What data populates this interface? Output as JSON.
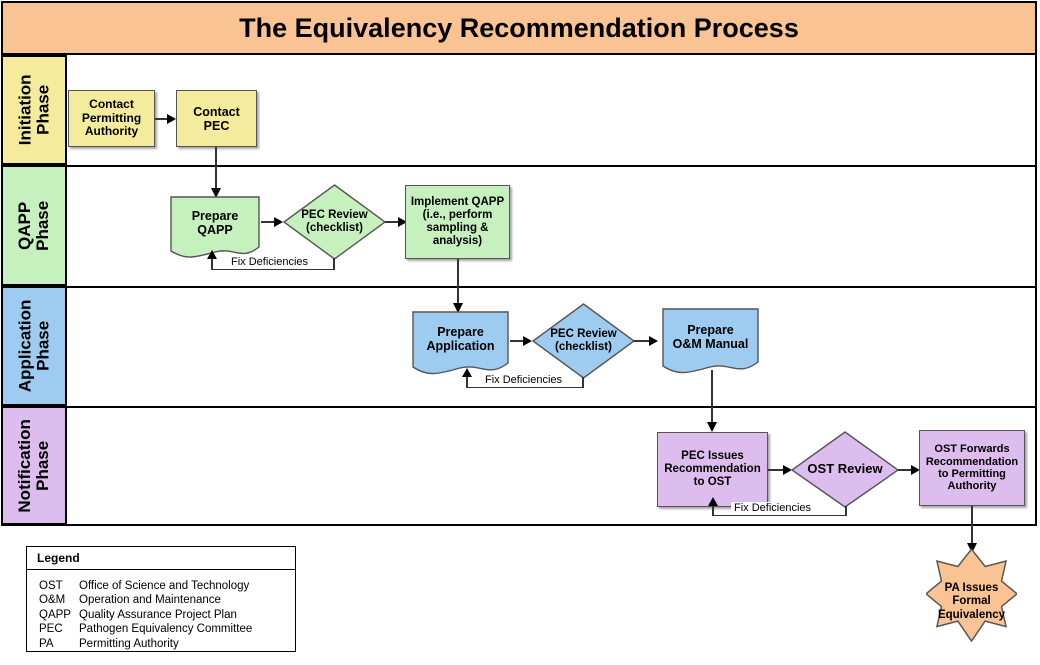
{
  "title": "The Equivalency Recommendation Process",
  "colors": {
    "title_bg": "#f9c393",
    "initiation": "#f5eb9c",
    "qapp": "#c6f0bd",
    "application": "#9ecbf0",
    "notification": "#ddbdee",
    "burst": "#f9c393",
    "border": "#000000",
    "connector": "#333333"
  },
  "phases": [
    {
      "id": "initiation",
      "label": "Initiation\nPhase",
      "color": "#f5eb9c"
    },
    {
      "id": "qapp",
      "label": "QAPP\nPhase",
      "color": "#c6f0bd"
    },
    {
      "id": "application",
      "label": "Application\nPhase",
      "color": "#9ecbf0"
    },
    {
      "id": "notification",
      "label": "Notification\nPhase",
      "color": "#ddbdee"
    }
  ],
  "phase_labels": {
    "initiation_line1": "Initiation",
    "initiation_line2": "Phase",
    "qapp_line1": "QAPP",
    "qapp_line2": "Phase",
    "application_line1": "Application",
    "application_line2": "Phase",
    "notification_line1": "Notification",
    "notification_line2": "Phase"
  },
  "nodes": {
    "contact_pa": {
      "label": "Contact\nPermitting\nAuthority",
      "shape": "rect",
      "phase": "initiation"
    },
    "contact_pec": {
      "label": "Contact\nPEC",
      "shape": "rect",
      "phase": "initiation"
    },
    "prepare_qapp": {
      "label": "Prepare\nQAPP",
      "shape": "document",
      "phase": "qapp"
    },
    "pec_review_qapp": {
      "label": "PEC Review\n(checklist)",
      "shape": "diamond",
      "phase": "qapp"
    },
    "implement_qapp": {
      "label": "Implement QAPP\n(i.e., perform\nsampling &\nanalysis)",
      "shape": "rect",
      "phase": "qapp"
    },
    "prepare_app": {
      "label": "Prepare\nApplication",
      "shape": "document",
      "phase": "application"
    },
    "pec_review_app": {
      "label": "PEC Review\n(checklist)",
      "shape": "diamond",
      "phase": "application"
    },
    "prepare_om": {
      "label": "Prepare\nO&M Manual",
      "shape": "document",
      "phase": "application"
    },
    "pec_issues": {
      "label": "PEC Issues\nRecommendation\nto OST",
      "shape": "rect",
      "phase": "notification"
    },
    "ost_review": {
      "label": "OST Review",
      "shape": "diamond",
      "phase": "notification"
    },
    "ost_forwards": {
      "label": "OST Forwards\nRecommendation\nto Permitting\nAuthority",
      "shape": "rect",
      "phase": "notification"
    },
    "pa_issues": {
      "label": "PA Issues\nFormal\nEquivalency",
      "shape": "burst",
      "phase": "final"
    }
  },
  "node_text": {
    "contact_pa_l1": "Contact",
    "contact_pa_l2": "Permitting",
    "contact_pa_l3": "Authority",
    "contact_pec_l1": "Contact",
    "contact_pec_l2": "PEC",
    "prepare_qapp_l1": "Prepare",
    "prepare_qapp_l2": "QAPP",
    "pec_review_qapp_l1": "PEC Review",
    "pec_review_qapp_l2": "(checklist)",
    "implement_qapp_l1": "Implement QAPP",
    "implement_qapp_l2": "(i.e., perform",
    "implement_qapp_l3": "sampling &",
    "implement_qapp_l4": "analysis)",
    "prepare_app_l1": "Prepare",
    "prepare_app_l2": "Application",
    "pec_review_app_l1": "PEC Review",
    "pec_review_app_l2": "(checklist)",
    "prepare_om_l1": "Prepare",
    "prepare_om_l2": "O&M Manual",
    "pec_issues_l1": "PEC Issues",
    "pec_issues_l2": "Recommendation",
    "pec_issues_l3": "to OST",
    "ost_review_l1": "OST Review",
    "ost_forwards_l1": "OST Forwards",
    "ost_forwards_l2": "Recommendation",
    "ost_forwards_l3": "to Permitting",
    "ost_forwards_l4": "Authority",
    "pa_issues_l1": "PA Issues",
    "pa_issues_l2": "Formal",
    "pa_issues_l3": "Equivalency"
  },
  "edge_labels": {
    "fix_qapp": "Fix Deficiencies",
    "fix_app": "Fix Deficiencies",
    "fix_notification": "Fix Deficiencies"
  },
  "legend": {
    "title": "Legend",
    "entries": [
      {
        "abbr": "OST",
        "definition": "Office of Science and Technology"
      },
      {
        "abbr": "O&M",
        "definition": "Operation and Maintenance"
      },
      {
        "abbr": "QAPP",
        "definition": "Quality Assurance Project Plan"
      },
      {
        "abbr": "PEC",
        "definition": "Pathogen Equivalency Committee"
      },
      {
        "abbr": "PA",
        "definition": "Permitting Authority"
      }
    ]
  }
}
